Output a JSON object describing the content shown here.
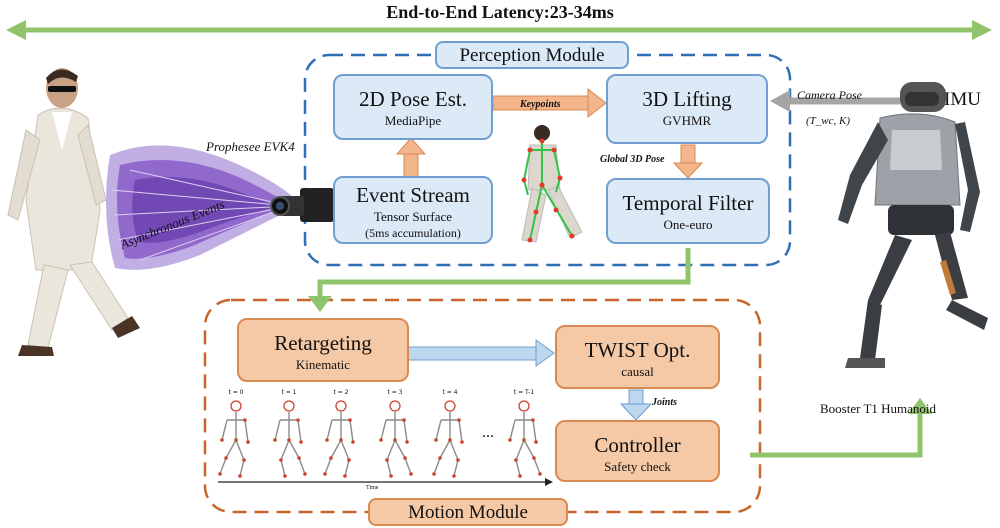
{
  "title": "End-to-End Latency:23-34ms",
  "perception": {
    "title": "Perception Module",
    "pose2d": {
      "title": "2D Pose Est.",
      "sub": "MediaPipe"
    },
    "lifting": {
      "title": "3D Lifting",
      "sub": "GVHMR"
    },
    "event": {
      "title": "Event Stream",
      "sub1": "Tensor Surface",
      "sub2": "(5ms accumulation)"
    },
    "filter": {
      "title": "Temporal Filter",
      "sub": "One-euro"
    },
    "keypoints_label": "Keypoints",
    "global_pose_label": "Global 3D Pose"
  },
  "motion": {
    "title": "Motion Module",
    "retarget": {
      "title": "Retargeting",
      "sub": "Kinematic"
    },
    "twist": {
      "title": "TWIST Opt.",
      "sub": "causal"
    },
    "controller": {
      "title": "Controller",
      "sub": "Safety check"
    },
    "joints_label": "Joints",
    "frames": [
      "t = 0",
      "t = 1",
      "t = 2",
      "t = 3",
      "t = 4",
      "t = T-1"
    ],
    "ellipsis": "...",
    "time_label": "Time"
  },
  "left": {
    "camera_label": "Prophesee EVK4",
    "events_label": "Asynchronous Events"
  },
  "right": {
    "imu_label": "IMU",
    "camera_pose_label": "Camera Pose",
    "camera_pose_sub": "(T_wc, K)",
    "robot_label": "Booster T1 Humanoid"
  },
  "colors": {
    "green_arrow": "#8fc46a",
    "blue_border": "#2f6fb5",
    "orange_border": "#c8662a",
    "blue_fill": "#dce9f6",
    "orange_fill": "#f6c9a6"
  }
}
